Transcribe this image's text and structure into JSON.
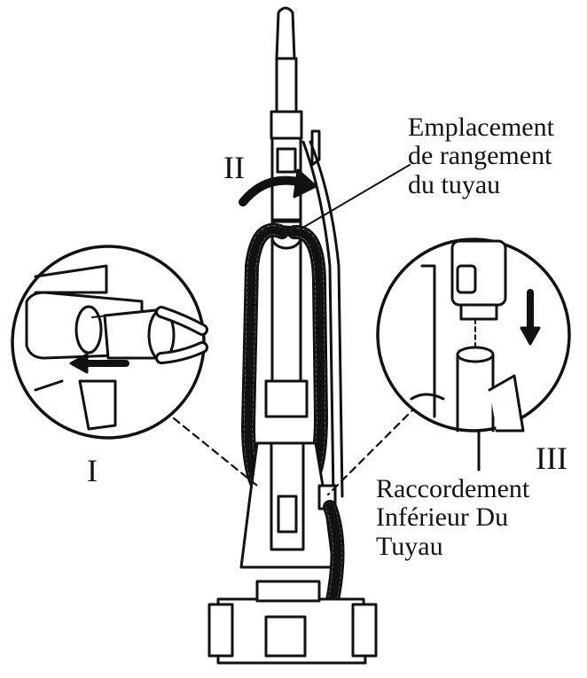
{
  "steps": {
    "step1": "I",
    "step2": "II",
    "step3": "III"
  },
  "callouts": {
    "hose_storage": [
      "Emplacement",
      "de rangement",
      "du tuyau"
    ],
    "lower_connection": [
      "Raccordement",
      "Inférieur Du",
      "Tuyau"
    ]
  },
  "colors": {
    "line": "#111111",
    "background": "#ffffff"
  }
}
